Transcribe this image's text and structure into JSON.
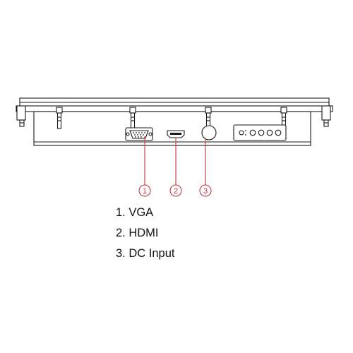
{
  "colors": {
    "outline": "#1a1a1a",
    "callout": "#c8323c",
    "text": "#111111"
  },
  "callouts": [
    {
      "number": "1",
      "target": "vga-port"
    },
    {
      "number": "2",
      "target": "hdmi-port"
    },
    {
      "number": "3",
      "target": "dc-input-jack"
    }
  ],
  "legend": {
    "items": [
      "1. VGA",
      "2. HDMI",
      "3. DC Input"
    ]
  }
}
